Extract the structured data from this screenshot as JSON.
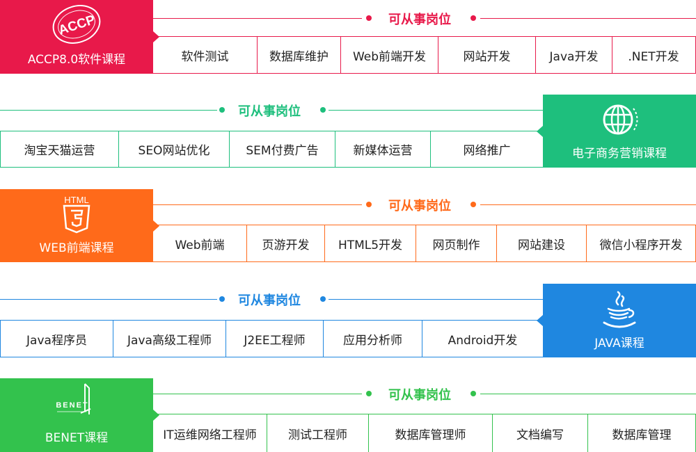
{
  "rows": [
    {
      "course": "ACCP8.0软件课程",
      "badge": "ACCP",
      "jobs_title": "可从事岗位",
      "color": "#e8194a",
      "jobs": [
        "软件测试",
        "数据库维护",
        "Web前端开发",
        "网站开发",
        "Java开发",
        ".NET开发"
      ],
      "icon": "accp-badge-icon"
    },
    {
      "course": "电子商务营销课程",
      "jobs_title": "可从事岗位",
      "color": "#1ebf7d",
      "jobs": [
        "淘宝天猫运营",
        "SEO网站优化",
        "SEM付费广告",
        "新媒体运营",
        "网络推广"
      ],
      "icon": "globe-icon"
    },
    {
      "course": "WEB前端课程",
      "badge": "HTML",
      "jobs_title": "可从事岗位",
      "color": "#ff6a1a",
      "jobs": [
        "Web前端",
        "页游开发",
        "HTML5开发",
        "网页制作",
        "网站建设",
        "微信小程序开发"
      ],
      "icon": "html5-shield-icon"
    },
    {
      "course": "JAVA课程",
      "jobs_title": "可从事岗位",
      "color": "#1f87e0",
      "jobs": [
        "Java程序员",
        "Java高级工程师",
        "J2EE工程师",
        "应用分析师",
        "Android开发"
      ],
      "icon": "java-cup-icon"
    },
    {
      "course": "BENET课程",
      "badge": "BENET",
      "jobs_title": "可从事岗位",
      "color": "#33c24d",
      "jobs": [
        "IT运维网络工程师",
        "测试工程师",
        "数据库管理师",
        "文档编写",
        "数据库管理"
      ],
      "icon": "benet-logo-icon"
    }
  ]
}
